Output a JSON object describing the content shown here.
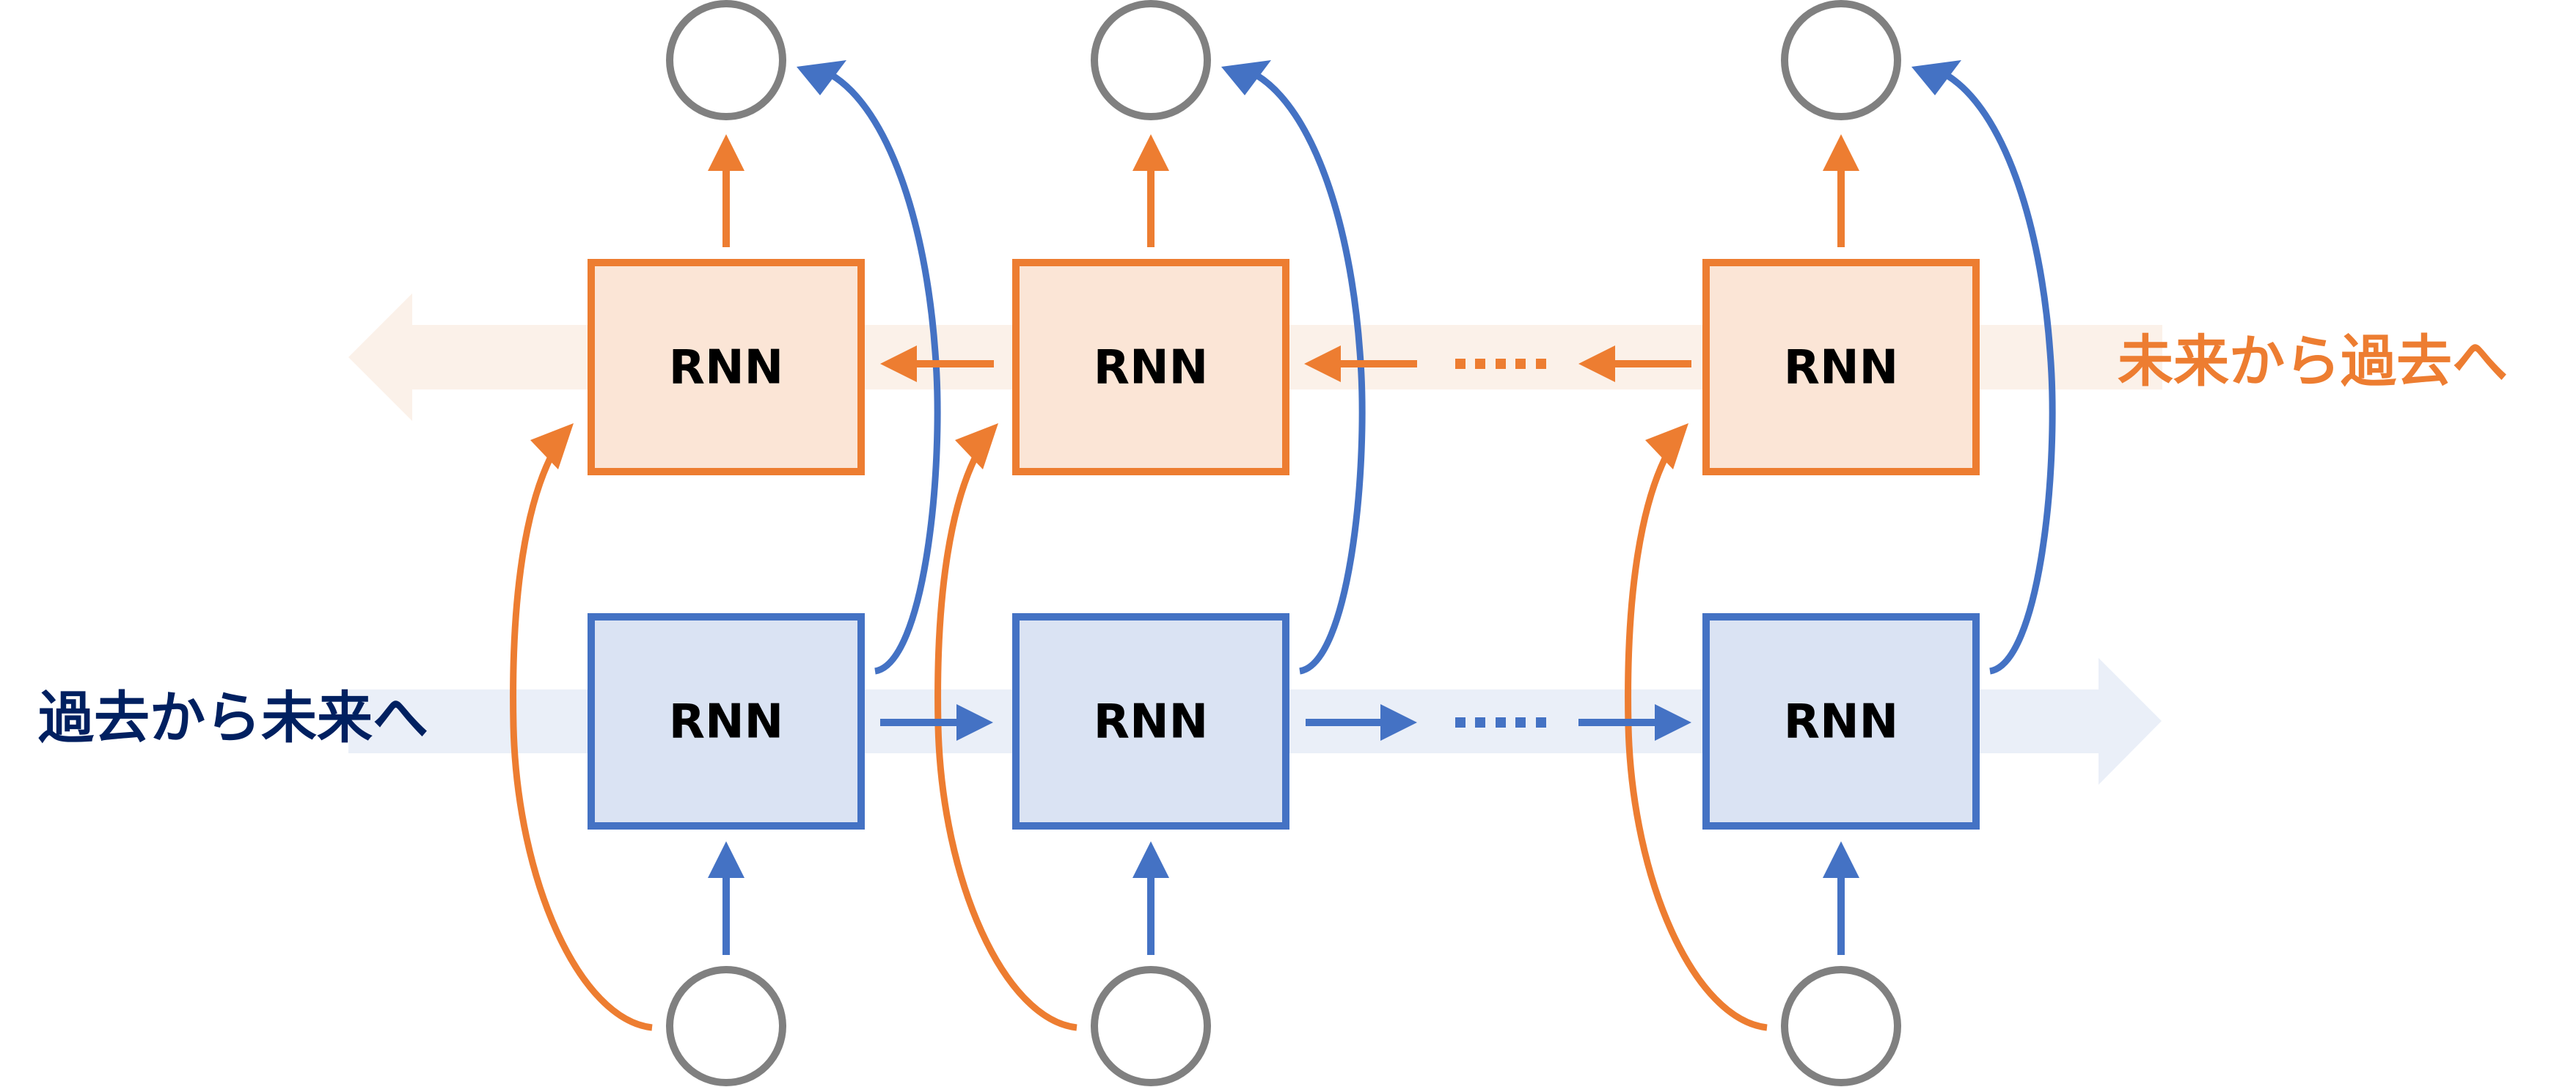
{
  "diagram": {
    "title": "Bidirectional RNN",
    "colors": {
      "forward": "#4472C4",
      "forward_fill": "#DAE3F3",
      "forward_band": "#EAEFF8",
      "backward": "#ED7D31",
      "backward_fill": "#FBE5D6",
      "backward_band": "#FBF1E9",
      "node_stroke": "#808080",
      "forward_label_color": "#002060",
      "backward_label_color": "#ED7D31"
    },
    "forward_direction_label": "過去から未来へ",
    "backward_direction_label": "未来から過去へ",
    "ellipsis": ".....",
    "columns": [
      {
        "backward_cell": "RNN",
        "forward_cell": "RNN"
      },
      {
        "backward_cell": "RNN",
        "forward_cell": "RNN"
      },
      {
        "backward_cell": "RNN",
        "forward_cell": "RNN"
      }
    ]
  }
}
